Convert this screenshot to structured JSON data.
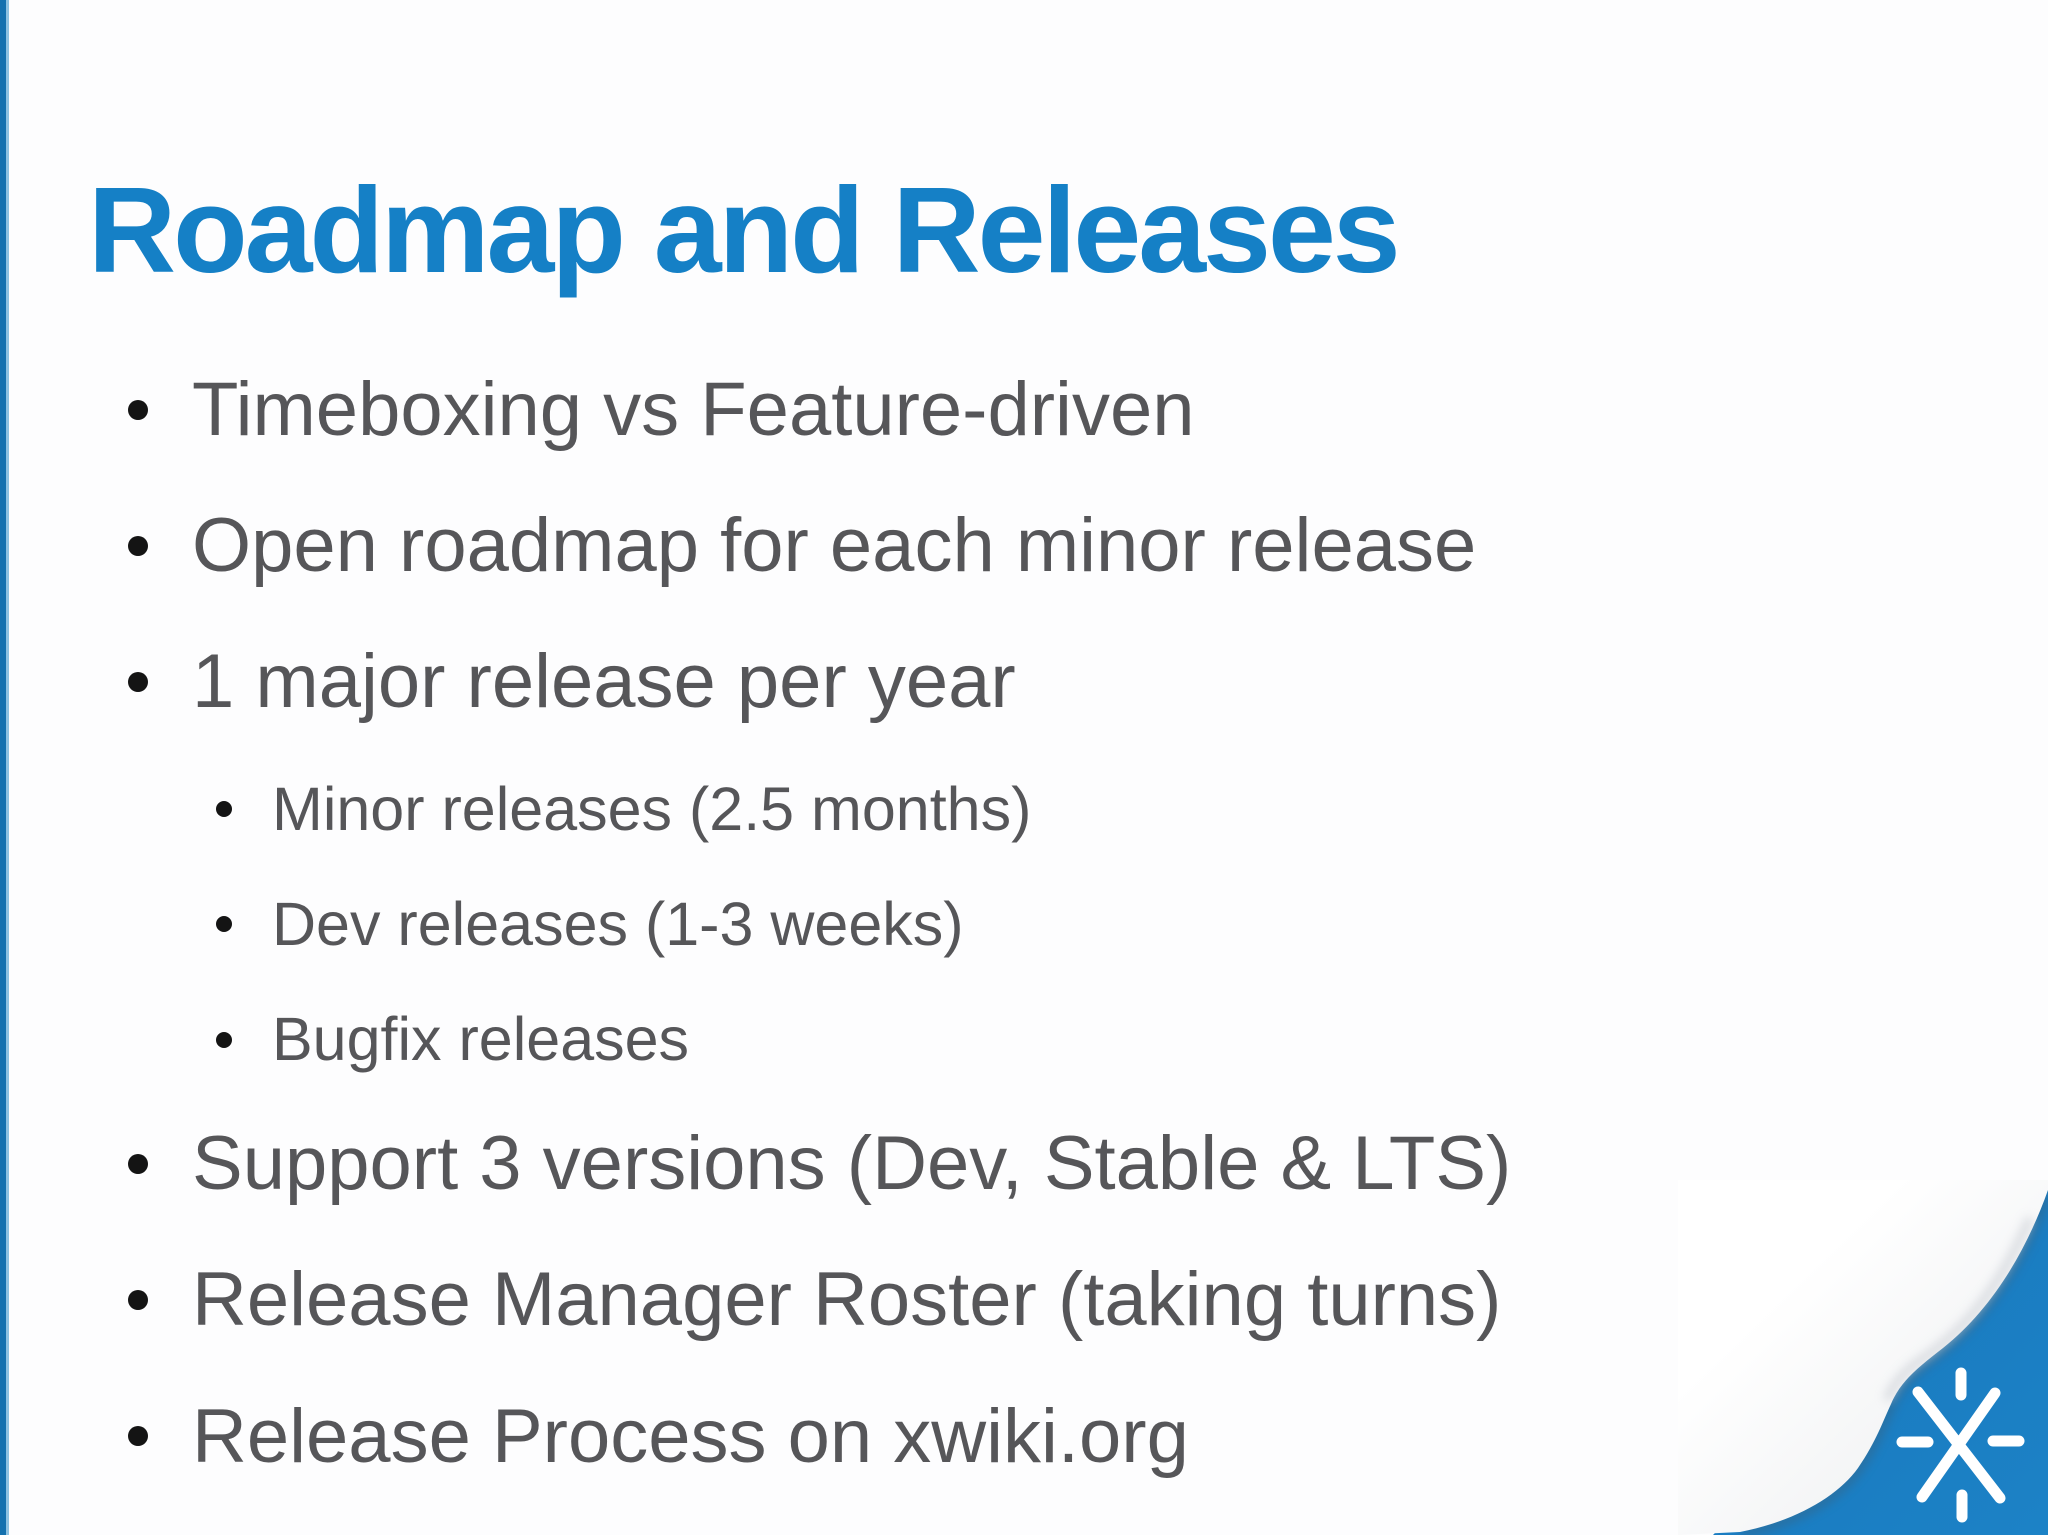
{
  "slide": {
    "title": "Roadmap and Releases",
    "bullets": [
      {
        "level": 1,
        "text": "Timeboxing vs Feature-driven"
      },
      {
        "level": 1,
        "text": "Open roadmap for each minor release"
      },
      {
        "level": 1,
        "text": "1 major release per year"
      },
      {
        "level": 2,
        "text": "Minor releases (2.5 months)"
      },
      {
        "level": 2,
        "text": "Dev releases (1-3 weeks)"
      },
      {
        "level": 2,
        "text": "Bugfix releases"
      },
      {
        "level": 1,
        "text": "Support 3 versions (Dev, Stable & LTS)"
      },
      {
        "level": 1,
        "text": "Release Manager Roster (taking turns)"
      },
      {
        "level": 1,
        "text": "Release Process on xwiki.org"
      }
    ],
    "logo_icon": "xwiki-x-icon",
    "colors": {
      "background": "#fdfdfe",
      "title": "#1580c6",
      "text": "#565659",
      "bullet_dot": "#141414",
      "accent_stripe": "#1471af",
      "accent_stripe_light": "#8cc2e2",
      "corner_blue": "#1a7cc1",
      "logo": "#ffffff"
    }
  }
}
